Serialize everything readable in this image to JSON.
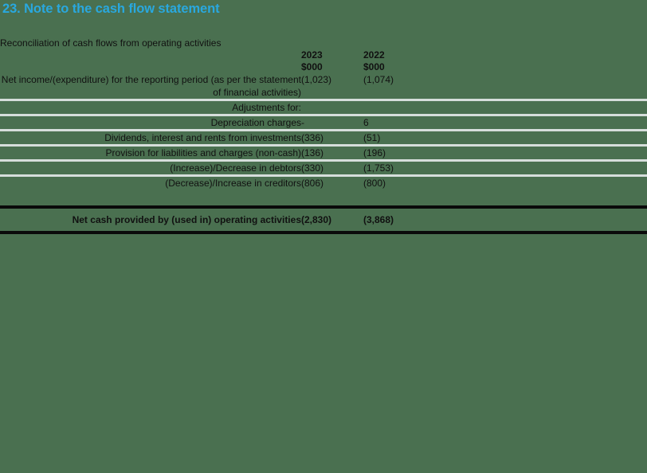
{
  "document": {
    "title": "23. Note to the cash flow statement",
    "subtitle": "Reconciliation of cash flows from operating activities"
  },
  "colors": {
    "background": "#4a7050",
    "title": "#29a8df",
    "text": "#111111",
    "rule_light": "#d6dedb",
    "rule_heavy": "#0a0a0a"
  },
  "table": {
    "columns": [
      {
        "label": "",
        "unit": ""
      },
      {
        "label": "2023",
        "unit": "$000"
      },
      {
        "label": "2022",
        "unit": "$000"
      }
    ],
    "rows": [
      {
        "label": "Net income/(expenditure) for the reporting period (as per the statement of financial activities)",
        "v2023": "(1,023)",
        "v2022": "(1,074)",
        "type": "data"
      },
      {
        "label": "Adjustments for:",
        "v2023": "",
        "v2022": "",
        "type": "section"
      },
      {
        "label": "Depreciation charges",
        "v2023": "-",
        "v2022": "6",
        "type": "data"
      },
      {
        "label": "Dividends, interest and rents from investments",
        "v2023": "(336)",
        "v2022": "(51)",
        "type": "data"
      },
      {
        "label": "Provision for liabilities and charges (non-cash)",
        "v2023": "(136)",
        "v2022": "(196)",
        "type": "data"
      },
      {
        "label": "(Increase)/Decrease in debtors",
        "v2023": "(330)",
        "v2022": "(1,753)",
        "type": "data"
      },
      {
        "label": "(Decrease)/Increase in creditors",
        "v2023": "(806)",
        "v2022": "(800)",
        "type": "data"
      }
    ],
    "total": {
      "label": "Net cash provided by (used in) operating activities",
      "v2023": "(2,830)",
      "v2022": "(3,868)"
    }
  }
}
